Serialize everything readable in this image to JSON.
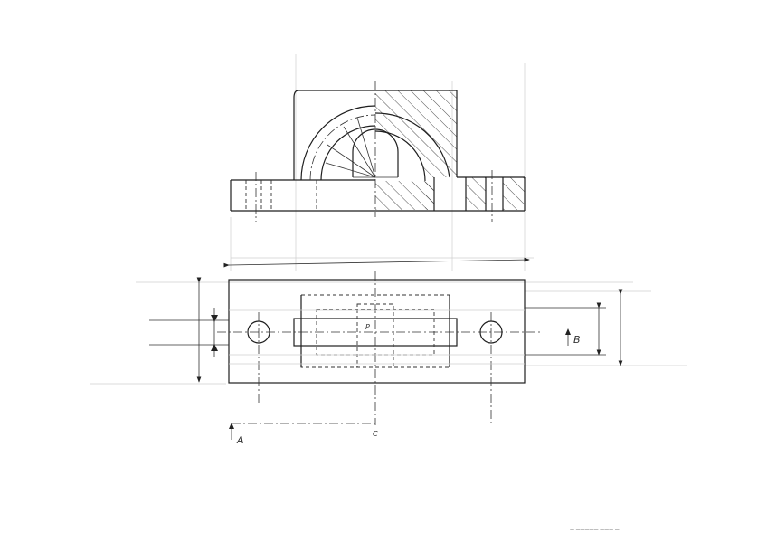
{
  "labels": {
    "section_a": "A",
    "section_b": "B",
    "section_c": "C",
    "point_p": "P"
  },
  "footer": {
    "note": "— ————— ——— —"
  }
}
